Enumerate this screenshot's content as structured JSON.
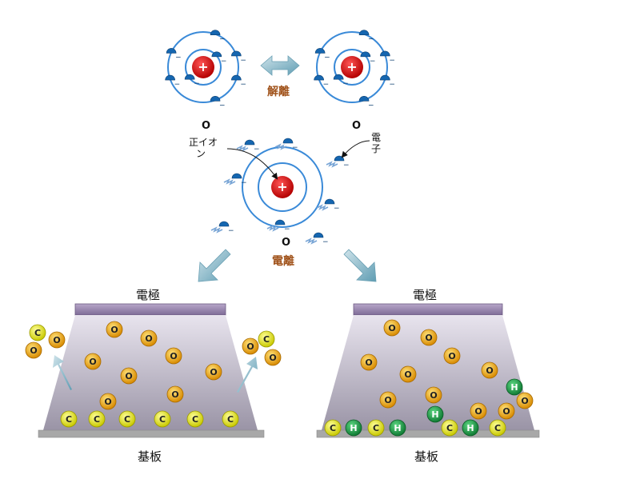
{
  "labels": {
    "dissociation": "解離",
    "ionization": "電離",
    "oxygen_symbol": "O",
    "positive_ion_line1": "正イオ",
    "positive_ion_line2": "ン",
    "electron_line1": "電",
    "electron_line2": "子",
    "electrode": "電極",
    "substrate": "基板",
    "nucleus_sign": "+",
    "electron_sign": "−"
  },
  "particles": {
    "oxygen": "O",
    "carbon": "C",
    "hydrogen": "H"
  },
  "colors": {
    "orbit": "#3a8ad8",
    "nucleus": "#d81e1e",
    "electron": "#1566b0",
    "arrow": "#7fb4c7",
    "electrode": "#9a86b0",
    "plasma": "#bfb8cc",
    "substrate": "#a8a8a8",
    "oxygen_ball": "#e8a20f",
    "carbon_ball": "#e6e61e",
    "hydrogen_ball": "#1fa04a",
    "accent_text": "#a0521a"
  }
}
